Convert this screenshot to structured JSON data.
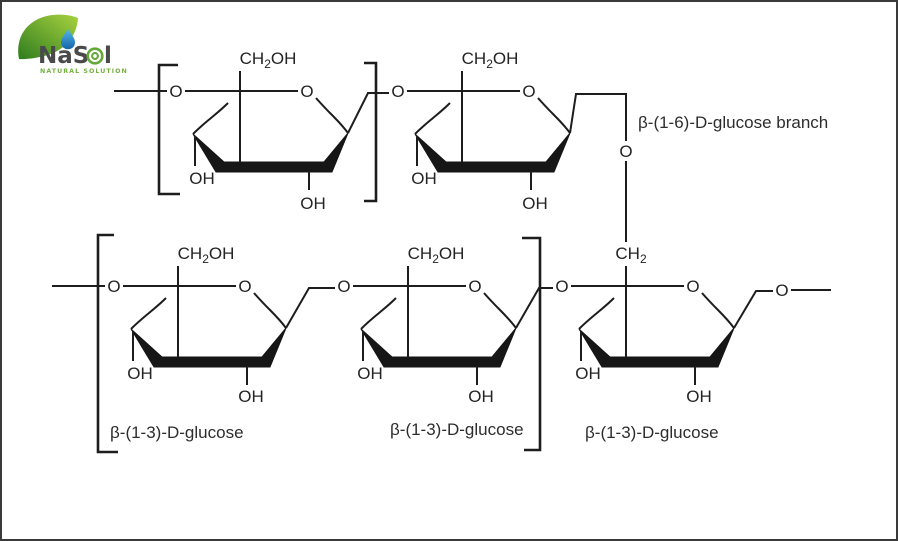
{
  "logo": {
    "brand_pre": "NaS",
    "brand_post": "l",
    "tagline": "NATURAL SOLUTION"
  },
  "captions": {
    "branch": "β-(1-6)-D-glucose branch",
    "units": [
      "β-(1-3)-D-glucose",
      "β-(1-3)-D-glucose",
      "β-(1-3)-D-glucose"
    ]
  },
  "atoms": {
    "oxygen": "O",
    "hydroxyl": "OH",
    "ch": "CH",
    "two": "2",
    "oh": "OH"
  },
  "colors": {
    "line": "#1d1d1d",
    "text": "#242424",
    "logo_green": "#64a839",
    "logo_gray": "#4a4a4a",
    "drop_blue": "#1f78b5",
    "background": "#ffffff",
    "border": "#3a3a3a"
  }
}
